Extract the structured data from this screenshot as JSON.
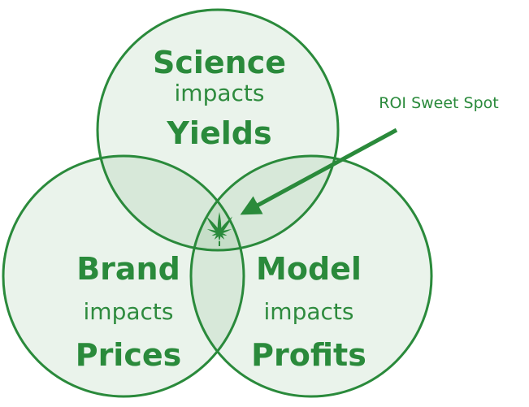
{
  "diagram": {
    "colors": {
      "accent": "#2a8a3b",
      "fill": "#2e8b3e"
    },
    "circles": [
      {
        "id": "science",
        "title": "Science",
        "verb": "impacts",
        "object": "Yields"
      },
      {
        "id": "brand",
        "title": "Brand",
        "verb": "impacts",
        "object": "Prices"
      },
      {
        "id": "model",
        "title": "Model",
        "verb": "impacts",
        "object": "Profits"
      }
    ],
    "center_icon": "cannabis-leaf-icon",
    "callout": {
      "label": "ROI Sweet Spot"
    }
  }
}
